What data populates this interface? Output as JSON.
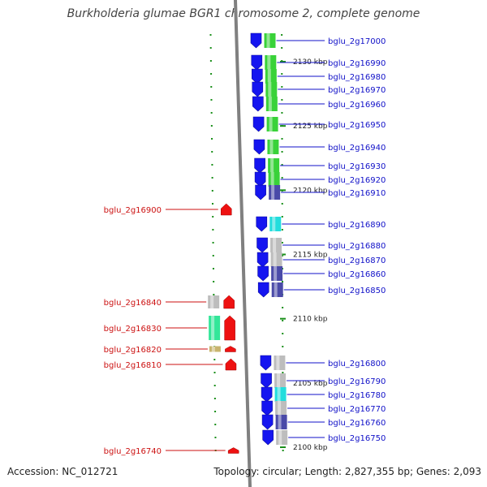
{
  "title": "Burkholderia glumae BGR1 chromosome 2, complete genome",
  "accession": "Accession: NC_012721",
  "summary": "Topology: circular; Length: 2,827,355 bp; Genes: 2,093",
  "colors": {
    "backbone": "#808080",
    "plus_strand_gene": "#1515f0",
    "minus_strand_gene": "#ee1111",
    "plus_label": "#1010c8",
    "minus_label": "#cc1111",
    "scale_tick": "#1a8f1a"
  },
  "scale_marks": [
    {
      "label": "2130 kbp",
      "kbp": 2130
    },
    {
      "label": "2125 kbp",
      "kbp": 2125
    },
    {
      "label": "2120 kbp",
      "kbp": 2120
    },
    {
      "label": "2115 kbp",
      "kbp": 2115
    },
    {
      "label": "2110 kbp",
      "kbp": 2110
    },
    {
      "label": "2105 kbp",
      "kbp": 2105
    },
    {
      "label": "2100 kbp",
      "kbp": 2100
    }
  ],
  "plus_strand_genes": [
    {
      "label": "bglu_2g17000",
      "feature_color": "#39d239"
    },
    {
      "label": "bglu_2g16990",
      "feature_color": "#39d239"
    },
    {
      "label": "bglu_2g16980",
      "feature_color": "#39d239"
    },
    {
      "label": "bglu_2g16970",
      "feature_color": "#39d239"
    },
    {
      "label": "bglu_2g16960",
      "feature_color": "#39d239"
    },
    {
      "label": "bglu_2g16950",
      "feature_color": "#39d239"
    },
    {
      "label": "bglu_2g16940",
      "feature_color": "#39d239"
    },
    {
      "label": "bglu_2g16930",
      "feature_color": "#39d239"
    },
    {
      "label": "bglu_2g16920",
      "feature_color": "#39d239"
    },
    {
      "label": "bglu_2g16910",
      "feature_color": "#4a4aa8"
    },
    {
      "label": "bglu_2g16890",
      "feature_color": "#22dddd"
    },
    {
      "label": "bglu_2g16880",
      "feature_color": "#bdbdbd"
    },
    {
      "label": "bglu_2g16870",
      "feature_color": "#bdbdbd"
    },
    {
      "label": "bglu_2g16860",
      "feature_color": "#4a4aa8"
    },
    {
      "label": "bglu_2g16850",
      "feature_color": "#4a4aa8"
    },
    {
      "label": "bglu_2g16800",
      "feature_color": "#bdbdbd"
    },
    {
      "label": "bglu_2g16790",
      "feature_color": "#bdbdbd"
    },
    {
      "label": "bglu_2g16780",
      "feature_color": "#22dddd"
    },
    {
      "label": "bglu_2g16770",
      "feature_color": "#bdbdbd"
    },
    {
      "label": "bglu_2g16760",
      "feature_color": "#4a4aa8"
    },
    {
      "label": "bglu_2g16750",
      "feature_color": "#bdbdbd"
    }
  ],
  "minus_strand_genes": [
    {
      "label": "bglu_2g16900",
      "feature_color": "#ee1111"
    },
    {
      "label": "bglu_2g16840",
      "feature_color": "#bdbdbd"
    },
    {
      "label": "bglu_2g16830",
      "feature_color": "#33e699"
    },
    {
      "label": "bglu_2g16820",
      "feature_color": "#c8b46e"
    },
    {
      "label": "bglu_2g16810",
      "feature_color": "#ee1111"
    },
    {
      "label": "bglu_2g16740",
      "feature_color": "#ee1111"
    }
  ]
}
